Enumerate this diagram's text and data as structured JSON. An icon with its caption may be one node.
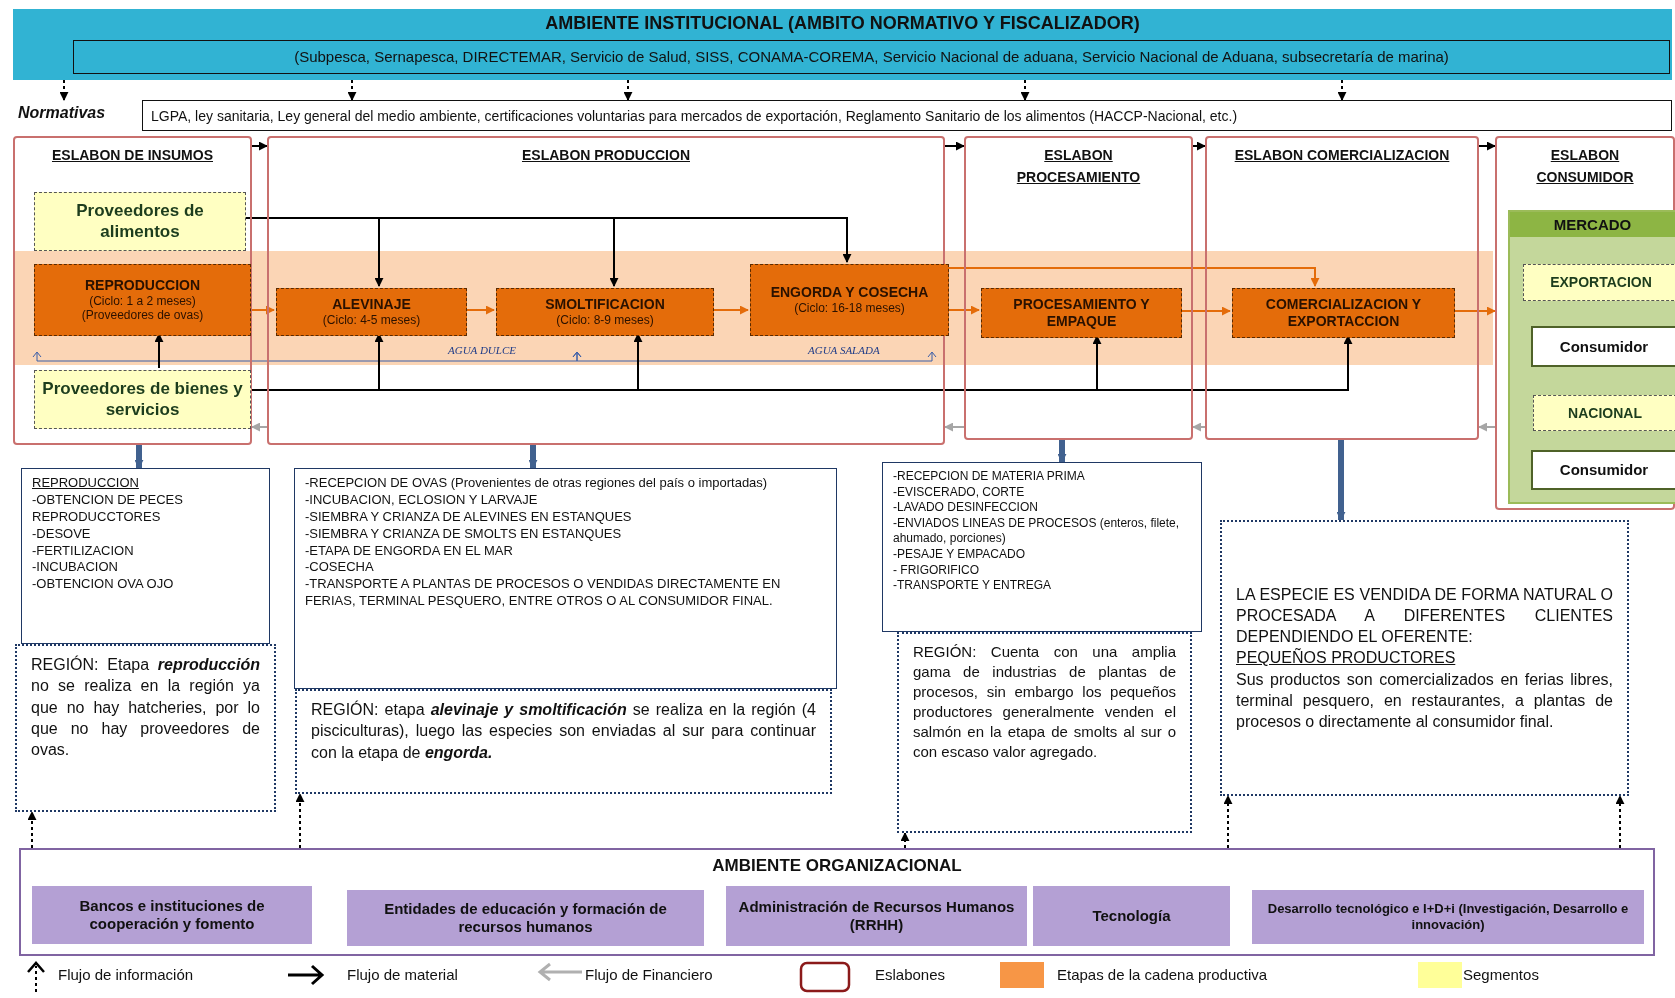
{
  "diagram": {
    "nodes": [
      {
        "text": [
          "AMBIENTE INSTITUCIONAL (AMBITO NORMATIVO Y FISCALIZADOR)"
        ]
      },
      {
        "text": [
          "(Subpesca, Sernapesca, DIRECTEMAR, Servicio de Salud, SISS, CONAMA-COREMA, Servicio Nacional de aduana, Servicio Nacional de Aduana, subsecretaría de marina)"
        ],
        "in": 0
      },
      {
        "text": [
          "Normativas",
          "LGPA, ley sanitaria, Ley general del medio ambiente, certificaciones voluntarias para mercados de exportación, Reglamento Sanitario de los alimentos (HACCP-Nacional, etc.)"
        ]
      },
      {
        "text": [
          "ESLABON DE INSUMOS"
        ]
      },
      {
        "text": [
          "Proveedores de alimentos"
        ],
        "in": 3
      },
      {
        "text": [
          "REPRODUCCION",
          "(Ciclo: 1 a 2 meses)",
          "(Proveedores de ovas)"
        ],
        "in": 3
      },
      {
        "text": [
          "Proveedores de bienes y servicios"
        ],
        "in": 3
      },
      {
        "text": [
          "ESLABON PRODUCCION"
        ]
      },
      {
        "text": [
          "ALEVINAJE",
          "(Ciclo: 4-5 meses)"
        ],
        "in": 7
      },
      {
        "text": [
          "SMOLTIFICACION",
          "(Ciclo: 8-9 meses)"
        ],
        "in": 7
      },
      {
        "text": [
          "ENGORDA Y COSECHA",
          "(Ciclo: 16-18 meses)"
        ],
        "in": 7
      },
      {
        "text": [
          "ESLABON PROCESAMIENTO"
        ]
      },
      {
        "text": [
          "PROCESAMIENTO Y EMPAQUE"
        ],
        "in": 11
      },
      {
        "text": [
          "ESLABON COMERCIALIZACION"
        ]
      },
      {
        "text": [
          "COMERCIALIZACION Y EXPORTACCION"
        ],
        "in": 13
      },
      {
        "text": [
          "ESLABON CONSUMIDOR"
        ]
      },
      {
        "text": [
          "MERCADO"
        ],
        "in": 15
      },
      {
        "text": [
          "EXPORTACION"
        ],
        "in": 16
      },
      {
        "text": [
          "Consumidor"
        ],
        "in": 16
      },
      {
        "text": [
          "NACIONAL"
        ],
        "in": 16
      },
      {
        "text": [
          "Consumidor"
        ],
        "in": 16
      },
      {
        "text": [
          "REPRODUCCION",
          "-OBTENCION DE PECES REPRODUCCTORES",
          "-DESOVE",
          "-FERTILIZACION",
          "-INCUBACION",
          "-OBTENCION OVA OJO"
        ]
      },
      {
        "text": [
          "REGIÓN: Etapa **reproducción** no se realiza en la región ya que no hay hatcheries, por lo que no hay proveedores de ovas."
        ]
      },
      {
        "text": [
          "-RECEPCION DE OVAS (Provenientes de otras regiones del país o importadas)",
          "-INCUBACION, ECLOSION Y LARVAJE",
          "-SIEMBRA Y CRIANZA DE ALEVINES EN ESTANQUES",
          "-SIEMBRA Y CRIANZA DE SMOLTS EN ESTANQUES",
          "-ETAPA DE ENGORDA EN EL MAR",
          "-COSECHA",
          "-TRANSPORTE A PLANTAS DE PROCESOS O VENDIDAS DIRECTAMENTE EN FERIAS, TERMINAL PESQUERO, ENTRE OTROS O AL CONSUMIDOR FINAL."
        ]
      },
      {
        "text": [
          "REGIÓN: etapa **alevinaje y smoltificación** se realiza en la región (4 pisciculturas), luego las especies son enviadas al sur para continuar con la etapa de **engorda.**"
        ]
      },
      {
        "text": [
          "-RECEPCION DE MATERIA PRIMA",
          "-EVISCERADO, CORTE",
          "-LAVADO DESINFECCION",
          "-ENVIADOS LINEAS DE PROCESOS (enteros, filete, ahumado, porciones)",
          "-PESAJE Y EMPACADO",
          "- FRIGORIFICO",
          "-TRANSPORTE Y ENTREGA"
        ]
      },
      {
        "text": [
          "REGIÓN: Cuenta con una amplia gama de industrias de plantas de procesos, sin embargo los pequeños productores generalmente venden el salmón en la etapa de smolts al sur o con escaso valor agregado."
        ]
      },
      {
        "text": [
          "LA ESPECIE ES VENDIDA DE FORMA NATURAL O PROCESADA A DIFERENTES CLIENTES DEPENDIENDO EL OFERENTE:",
          "PEQUEÑOS PRODUCTORES",
          "Sus productos son comercializados en ferias libres, terminal pesquero, en restaurantes, a plantas de procesos o directamente al consumidor final."
        ]
      },
      {
        "text": [
          "AMBIENTE ORGANIZACIONAL"
        ]
      },
      {
        "text": [
          "Bancos e instituciones de cooperación y fomento"
        ],
        "in": 28
      },
      {
        "text": [
          "Entidades de educación y formación de recursos humanos"
        ],
        "in": 28
      },
      {
        "text": [
          "Administración de Recursos Humanos (RRHH)"
        ],
        "in": 28
      },
      {
        "text": [
          "Tecnología"
        ],
        "in": 28
      },
      {
        "text": [
          "Desarrollo tecnológico e I+D+i (Investigación, Desarrollo e innovación)"
        ],
        "in": 28
      }
    ],
    "edges": [
      {
        "from": 0,
        "to": 2,
        "arrow": "to",
        "style": "dashed"
      },
      {
        "from": 0,
        "to": 2,
        "arrow": "to",
        "style": "dashed"
      },
      {
        "from": 0,
        "to": 2,
        "arrow": "to",
        "style": "dashed"
      },
      {
        "from": 0,
        "to": 2,
        "arrow": "to",
        "style": "dashed"
      },
      {
        "from": 0,
        "to": 2,
        "arrow": "to",
        "style": "dashed"
      },
      {
        "from": 3,
        "to": 7,
        "arrow": "to"
      },
      {
        "from": 7,
        "to": 11,
        "arrow": "to"
      },
      {
        "from": 11,
        "to": 13,
        "arrow": "to"
      },
      {
        "from": 13,
        "to": 15,
        "arrow": "to"
      },
      {
        "from": 5,
        "to": 8,
        "arrow": "to",
        "color": "#e46c0a"
      },
      {
        "from": 8,
        "to": 9,
        "arrow": "to",
        "color": "#e46c0a"
      },
      {
        "from": 9,
        "to": 10,
        "arrow": "to",
        "color": "#e46c0a"
      },
      {
        "from": 10,
        "to": 12,
        "arrow": "to",
        "color": "#e46c0a"
      },
      {
        "from": 12,
        "to": 14,
        "arrow": "to",
        "color": "#e46c0a"
      },
      {
        "from": 14,
        "to": 15,
        "arrow": "to",
        "color": "#e46c0a"
      },
      {
        "from": 10,
        "to": 14,
        "arrow": "to",
        "color": "#e46c0a"
      },
      {
        "from": 4,
        "to": 8,
        "arrow": "to"
      },
      {
        "from": 4,
        "to": 9,
        "arrow": "to"
      },
      {
        "from": 4,
        "to": 10,
        "arrow": "to"
      },
      {
        "from": 6,
        "to": 5,
        "arrow": "to"
      },
      {
        "from": 6,
        "to": 8,
        "arrow": "to"
      },
      {
        "from": 6,
        "to": 9,
        "arrow": "to"
      },
      {
        "from": 6,
        "to": 12,
        "arrow": "to"
      },
      {
        "from": 6,
        "to": 14,
        "arrow": "to"
      },
      {
        "from": 7,
        "to": 3,
        "arrow": "to",
        "color": "#a6a6a6"
      },
      {
        "from": 11,
        "to": 7,
        "arrow": "to",
        "color": "#a6a6a6"
      },
      {
        "from": 13,
        "to": 11,
        "arrow": "to",
        "color": "#a6a6a6"
      },
      {
        "from": 15,
        "to": 13,
        "arrow": "to",
        "color": "#a6a6a6"
      },
      {
        "from": 3,
        "to": 21,
        "arrow": "to",
        "style": "thick",
        "color": "#41618f"
      },
      {
        "from": 7,
        "to": 23,
        "arrow": "to",
        "style": "thick",
        "color": "#41618f"
      },
      {
        "from": 11,
        "to": 25,
        "arrow": "to",
        "style": "thick",
        "color": "#41618f"
      },
      {
        "from": 13,
        "to": 27,
        "arrow": "to",
        "style": "thick",
        "color": "#41618f"
      },
      {
        "from": 28,
        "to": 22,
        "arrow": "to",
        "style": "dashed"
      },
      {
        "from": 28,
        "to": 24,
        "arrow": "to",
        "style": "dashed"
      },
      {
        "from": 28,
        "to": 26,
        "arrow": "to",
        "style": "dashed"
      },
      {
        "from": 28,
        "to": 27,
        "arrow": "to",
        "style": "dashed"
      },
      {
        "from": 28,
        "to": 27,
        "arrow": "to",
        "style": "dashed"
      }
    ],
    "labels": [
      "AGUA DULCE",
      "AGUA SALADA"
    ],
    "legend": [
      {
        "text": "Flujo de información"
      },
      {
        "text": "Flujo de material"
      },
      {
        "text": "Flujo de Financiero"
      },
      {
        "text": "Eslabones"
      },
      {
        "text": "Etapas de la cadena productiva",
        "color": "#f79646"
      },
      {
        "text": "Segmentos",
        "color": "#ffff99"
      }
    ]
  }
}
